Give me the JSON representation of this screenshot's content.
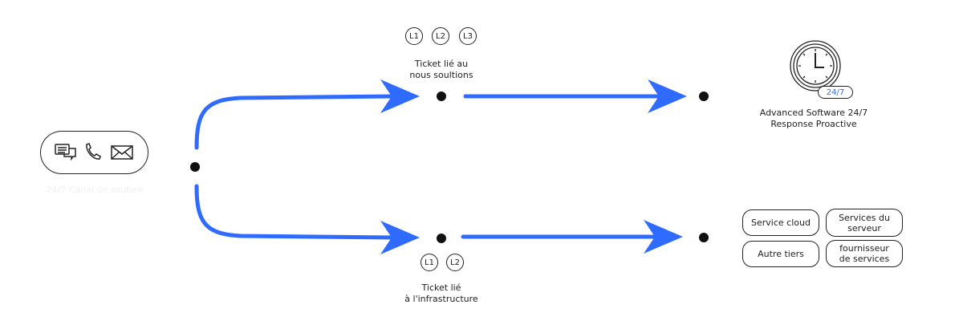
{
  "colors": {
    "arrow": "#2f6bff",
    "ink": "#222222",
    "faint": "#f0f0f0"
  },
  "channels": {
    "icons": [
      "chat-icon",
      "phone-icon",
      "mail-icon"
    ],
    "caption": "24/7 Canal de soutien"
  },
  "top_branch": {
    "levels": [
      "L1",
      "L2",
      "L3"
    ],
    "label_line1": "Ticket lié au",
    "label_line2": "nous soultions"
  },
  "bottom_branch": {
    "levels": [
      "L1",
      "L2"
    ],
    "label_line1": "Ticket lié",
    "label_line2": "à l'infrastructure"
  },
  "response": {
    "badge": "24/7",
    "line1": "Advanced Software 24/7",
    "line2": "Response Proactive"
  },
  "services": [
    "Service cloud",
    "Services du serveur",
    "Autre tiers",
    "fournisseur de services"
  ]
}
